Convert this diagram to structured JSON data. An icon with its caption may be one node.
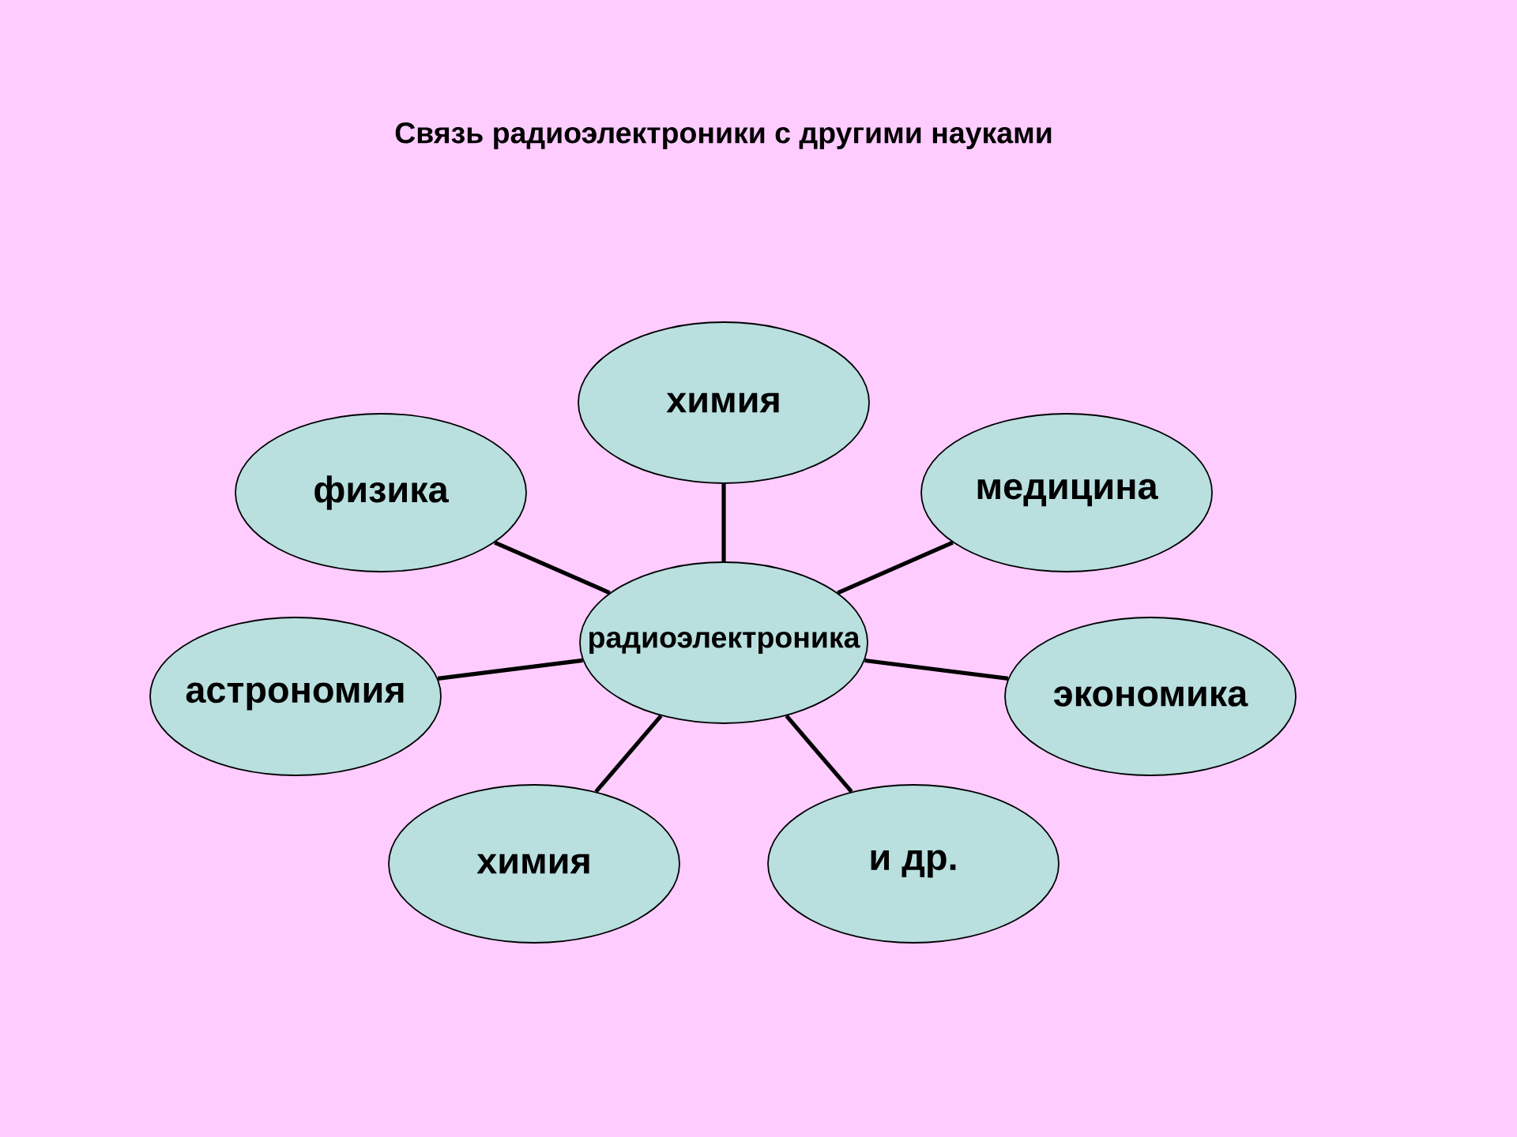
{
  "diagram": {
    "title": "Связь радиоэлектроники с другими науками",
    "nodes": [
      {
        "text": [
          "радиоэлектроника"
        ]
      },
      {
        "text": [
          "химия"
        ]
      },
      {
        "text": [
          "физика"
        ]
      },
      {
        "text": [
          "медицина"
        ]
      },
      {
        "text": [
          "астрономия"
        ]
      },
      {
        "text": [
          "экономика"
        ]
      },
      {
        "text": [
          "химия"
        ]
      },
      {
        "text": [
          "и др."
        ]
      }
    ],
    "edges": [
      {
        "from": 0,
        "to": 1,
        "arrow": "none"
      },
      {
        "from": 0,
        "to": 2,
        "arrow": "none"
      },
      {
        "from": 0,
        "to": 3,
        "arrow": "none"
      },
      {
        "from": 0,
        "to": 4,
        "arrow": "none"
      },
      {
        "from": 0,
        "to": 5,
        "arrow": "none"
      },
      {
        "from": 0,
        "to": 6,
        "arrow": "none"
      },
      {
        "from": 0,
        "to": 7,
        "arrow": "none"
      }
    ]
  }
}
